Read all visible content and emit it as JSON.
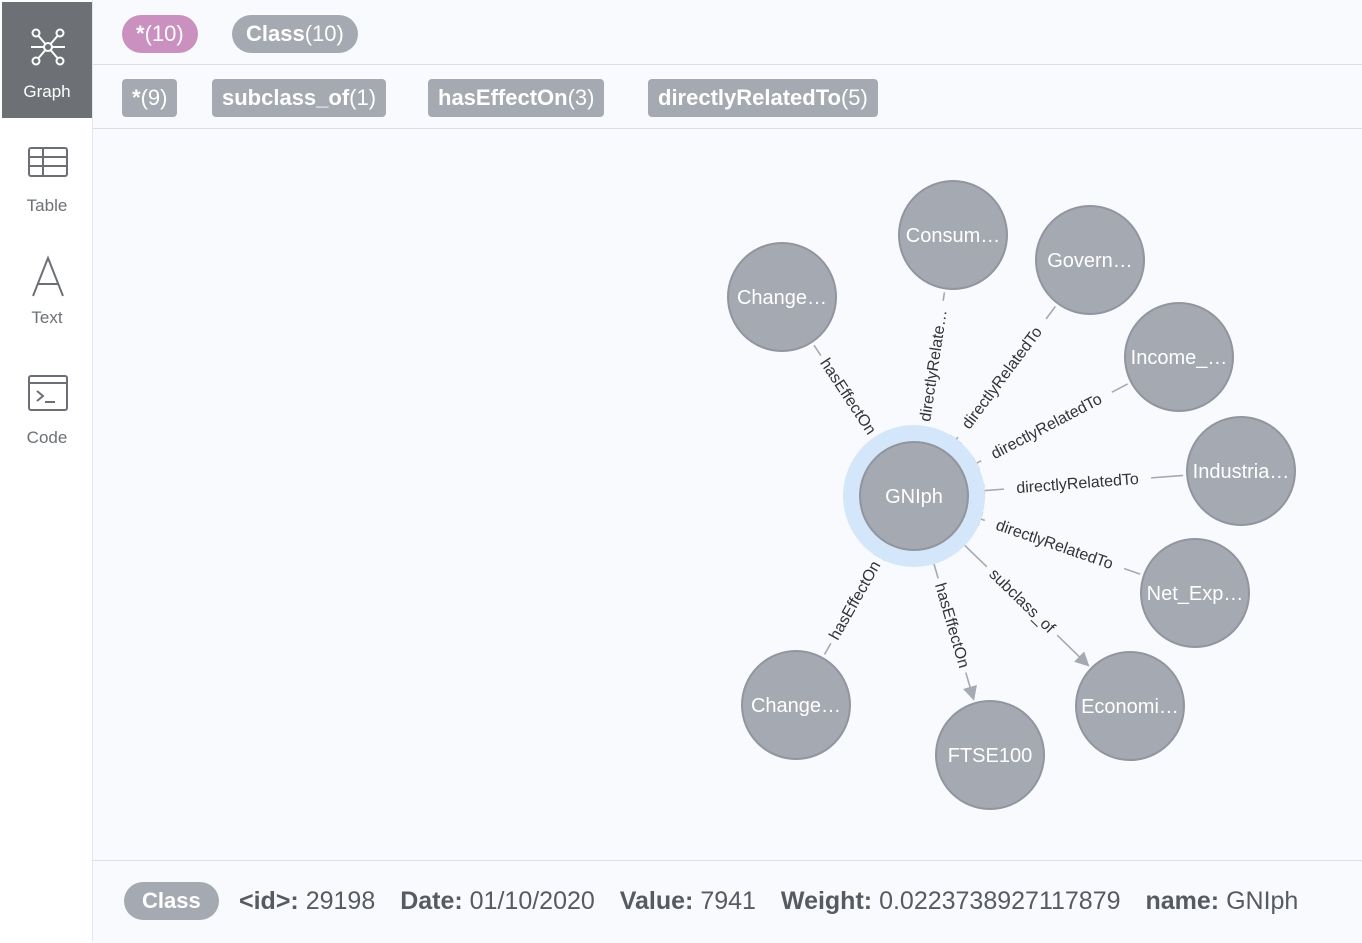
{
  "sidebar": {
    "items": [
      {
        "label": "Graph",
        "icon": "graph-icon",
        "active": true
      },
      {
        "label": "Table",
        "icon": "table-icon",
        "active": false
      },
      {
        "label": "Text",
        "icon": "text-icon",
        "active": false
      },
      {
        "label": "Code",
        "icon": "code-icon",
        "active": false
      }
    ]
  },
  "node_labels": [
    {
      "name": "*",
      "count": "(10)",
      "color": "#c990c0"
    },
    {
      "name": "Class",
      "count": "(10)",
      "color": "#a5a9b1"
    }
  ],
  "relationship_types": [
    {
      "name": "*",
      "count": "(9)"
    },
    {
      "name": "subclass_of",
      "count": "(1)"
    },
    {
      "name": "hasEffectOn",
      "count": "(3)"
    },
    {
      "name": "directlyRelatedTo",
      "count": "(5)"
    }
  ],
  "graph": {
    "center": {
      "label": "GNIph",
      "selected": true
    },
    "nodes": [
      {
        "label": "Change…",
        "rel": "hasEffectOn",
        "rel_display": "hasEffectOn",
        "direction": "in"
      },
      {
        "label": "Consum…",
        "rel": "directlyRelatedTo",
        "rel_display": "directlyRelate…",
        "direction": "in"
      },
      {
        "label": "Govern…",
        "rel": "directlyRelatedTo",
        "rel_display": "directlyRelatedTo",
        "direction": "in"
      },
      {
        "label": "Income_…",
        "rel": "directlyRelatedTo",
        "rel_display": "directlyRelatedTo",
        "direction": "in"
      },
      {
        "label": "Industria…",
        "rel": "directlyRelatedTo",
        "rel_display": "directlyRelatedTo",
        "direction": "in"
      },
      {
        "label": "Net_Exp…",
        "rel": "directlyRelatedTo",
        "rel_display": "directlyRelatedTo",
        "direction": "in"
      },
      {
        "label": "Economi…",
        "rel": "subclass_of",
        "rel_display": "subclass_of",
        "direction": "out"
      },
      {
        "label": "FTSE100",
        "rel": "hasEffectOn",
        "rel_display": "hasEffectOn",
        "direction": "out"
      },
      {
        "label": "Change…",
        "rel": "hasEffectOn",
        "rel_display": "hasEffectOn",
        "direction": "in"
      }
    ],
    "colors": {
      "node": "#a5a9b1",
      "node_border": "#9195a0",
      "edge": "#a5a9b1",
      "halo": "#d3e6fa",
      "edge_text": "#333333"
    }
  },
  "footer": {
    "class_badge": "Class",
    "props": [
      {
        "key": "<id>:",
        "value": "29198"
      },
      {
        "key": "Date:",
        "value": "01/10/2020"
      },
      {
        "key": "Value:",
        "value": "7941"
      },
      {
        "key": "Weight:",
        "value": "0.0223738927117879"
      },
      {
        "key": "name:",
        "value": "GNIph"
      }
    ]
  }
}
